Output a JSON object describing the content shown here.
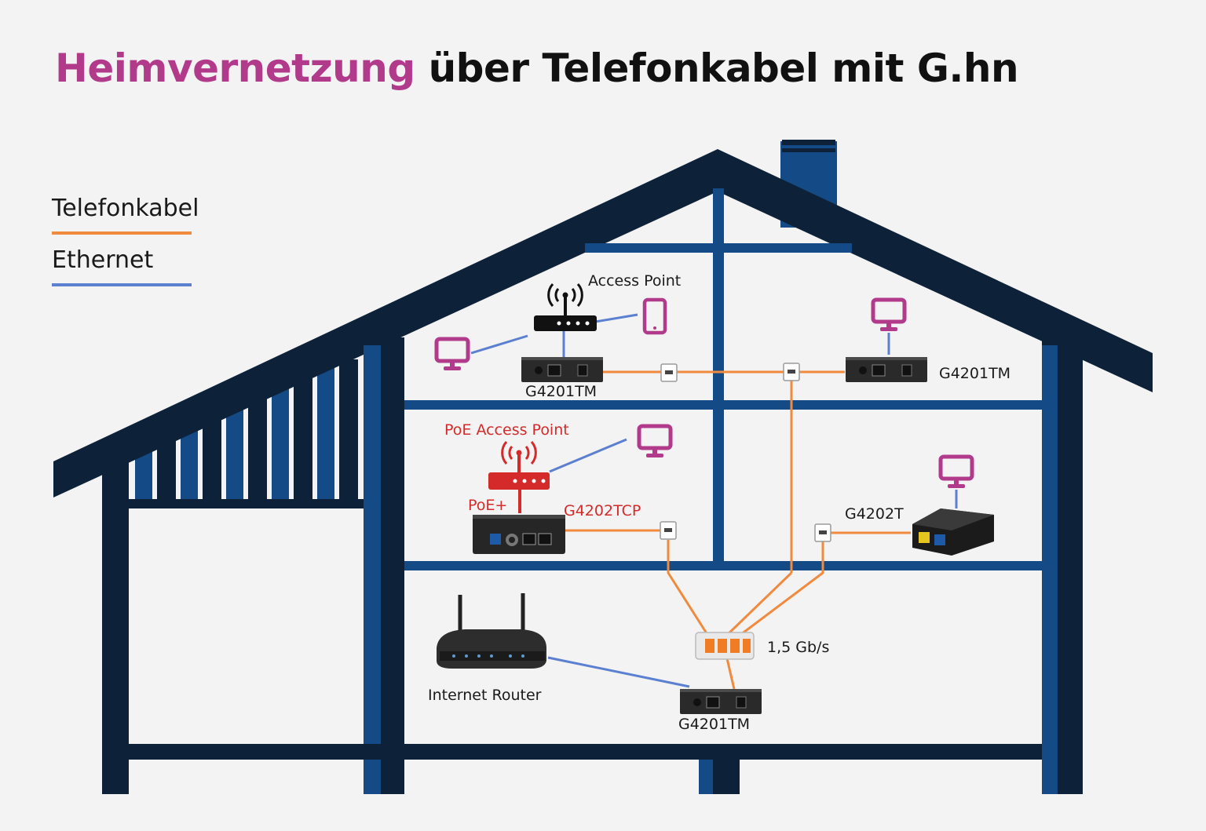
{
  "title": {
    "highlight": "Heimvernetzung",
    "rest": "über Telefonkabel mit G.hn",
    "highlight_color": "#b23a8b",
    "rest_color": "#111111"
  },
  "legend": [
    {
      "label": "Telefonkabel",
      "color": "#f08a3e"
    },
    {
      "label": "Ethernet",
      "color": "#5b7fd1"
    }
  ],
  "colors": {
    "house": "#0d2238",
    "house_accent": "#144a85",
    "phone_cable": "#f08a3e",
    "ethernet": "#5b7fd1",
    "client_device": "#b23a8b",
    "poe": "#d42a2a"
  },
  "labels": {
    "access_point": "Access Point",
    "g4201tm_top_left": "G4201TM",
    "g4201tm_top_right": "G4201TM",
    "poe_access_point": "PoE Access Point",
    "poe_plus": "PoE+",
    "g4202tcp": "G4202TCP",
    "g4202t": "G4202T",
    "speed": "1,5 Gb/s",
    "internet_router": "Internet Router",
    "g4201tm_bottom": "G4201TM"
  },
  "icons": [
    "monitor-icon",
    "smartphone-icon",
    "router-icon",
    "phone-socket-icon",
    "wago-connector-icon",
    "adapter-icon"
  ]
}
